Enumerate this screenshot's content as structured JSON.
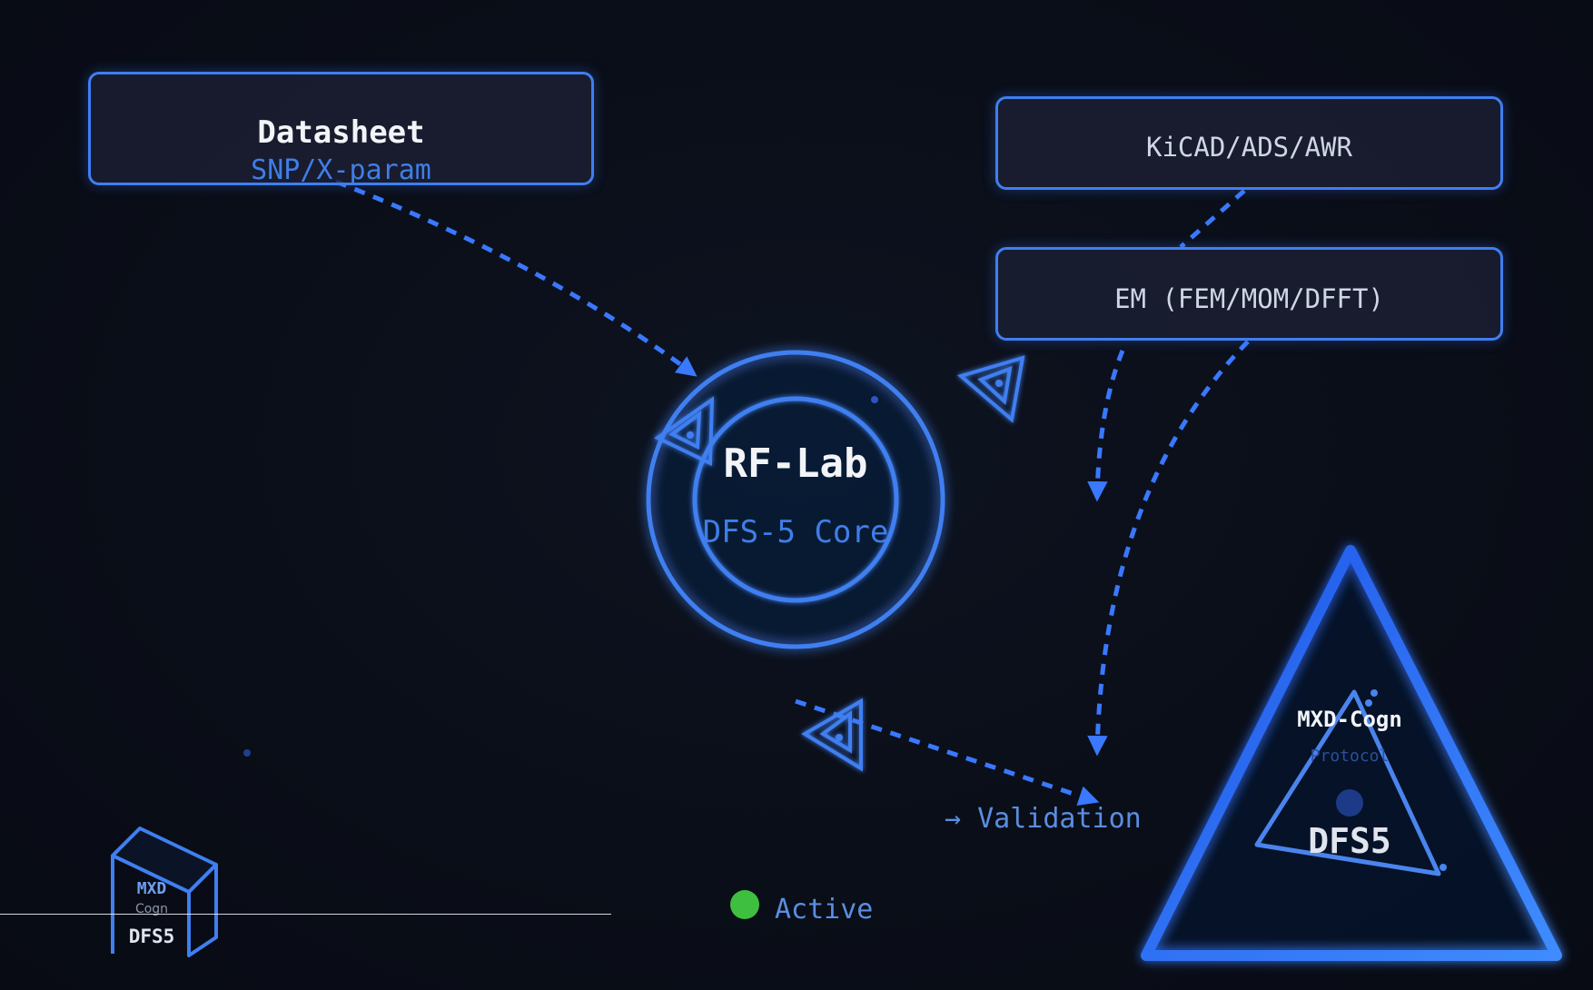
{
  "nodes": {
    "datasheet": {
      "title": "Datasheet",
      "subtitle": "SNP/X-param"
    },
    "eda_tools": {
      "title": "KiCAD/ADS/AWR"
    },
    "em_solvers": {
      "title": "EM (FEM/MOM/DFFT)"
    },
    "core": {
      "title": "RF-Lab",
      "subtitle": "DFS-5 Core"
    },
    "protocol": {
      "title": "MXD-Cogn",
      "subtitle": "Protocol",
      "code": "DFS5"
    },
    "logo": {
      "line1": "MXD",
      "line2": "Cogn",
      "line3": "DFS5"
    }
  },
  "validation_label": "→ Validation",
  "status": {
    "label": "Active",
    "color": "#3fbf3f"
  },
  "colors": {
    "accent": "#3f7ff0",
    "arrow": "#3a78ff",
    "text_light": "#f2f4f8",
    "text_soft": "#cfd6e4",
    "text_blue": "#3f7ee8",
    "background": "#0a0e18"
  },
  "icons": [
    "eye-triangle-icon",
    "cube-logo-icon"
  ]
}
